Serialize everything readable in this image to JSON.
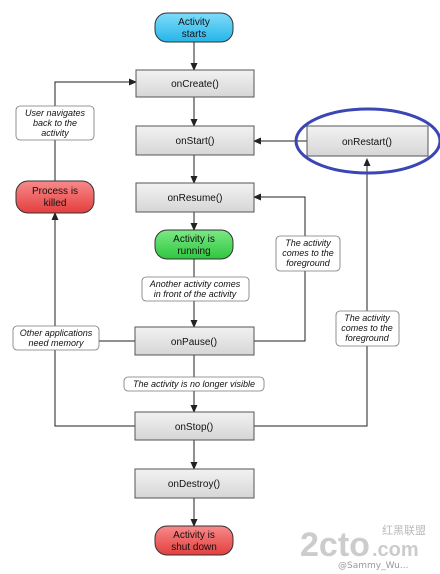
{
  "colors": {
    "start_node": "#3cc3f0",
    "running_node": "#3ad24a",
    "killed_node": "#f05353",
    "process_node": "#e3e3e3",
    "highlight_ellipse": "#3a46b4",
    "watermark": "#c9c9c9"
  },
  "nodes": {
    "activity_starts": [
      "Activity",
      "starts"
    ],
    "on_create": "onCreate()",
    "on_start": "onStart()",
    "on_restart": "onRestart()",
    "on_resume": "onResume()",
    "activity_running": [
      "Activity is",
      "running"
    ],
    "on_pause": "onPause()",
    "on_stop": "onStop()",
    "on_destroy": "onDestroy()",
    "activity_shut_down": [
      "Activity is",
      "shut down"
    ],
    "process_killed": [
      "Process is",
      "killed"
    ]
  },
  "labels": {
    "user_navigates_back": [
      "User navigates",
      "back to the",
      "activity"
    ],
    "another_activity": [
      "Another activity comes",
      "in front of the activity"
    ],
    "other_apps_memory": [
      "Other applications",
      "need memory"
    ],
    "no_longer_visible": "The activity is no longer visible",
    "comes_foreground_1": [
      "The activity",
      "comes to the",
      "foreground"
    ],
    "comes_foreground_2": [
      "The activity",
      "comes to the",
      "foreground"
    ]
  },
  "watermark": {
    "logo": "2cto",
    "logo_suffix": ".com",
    "chinese": "红黑联盟",
    "credit": "@Sammy_Wu..."
  }
}
